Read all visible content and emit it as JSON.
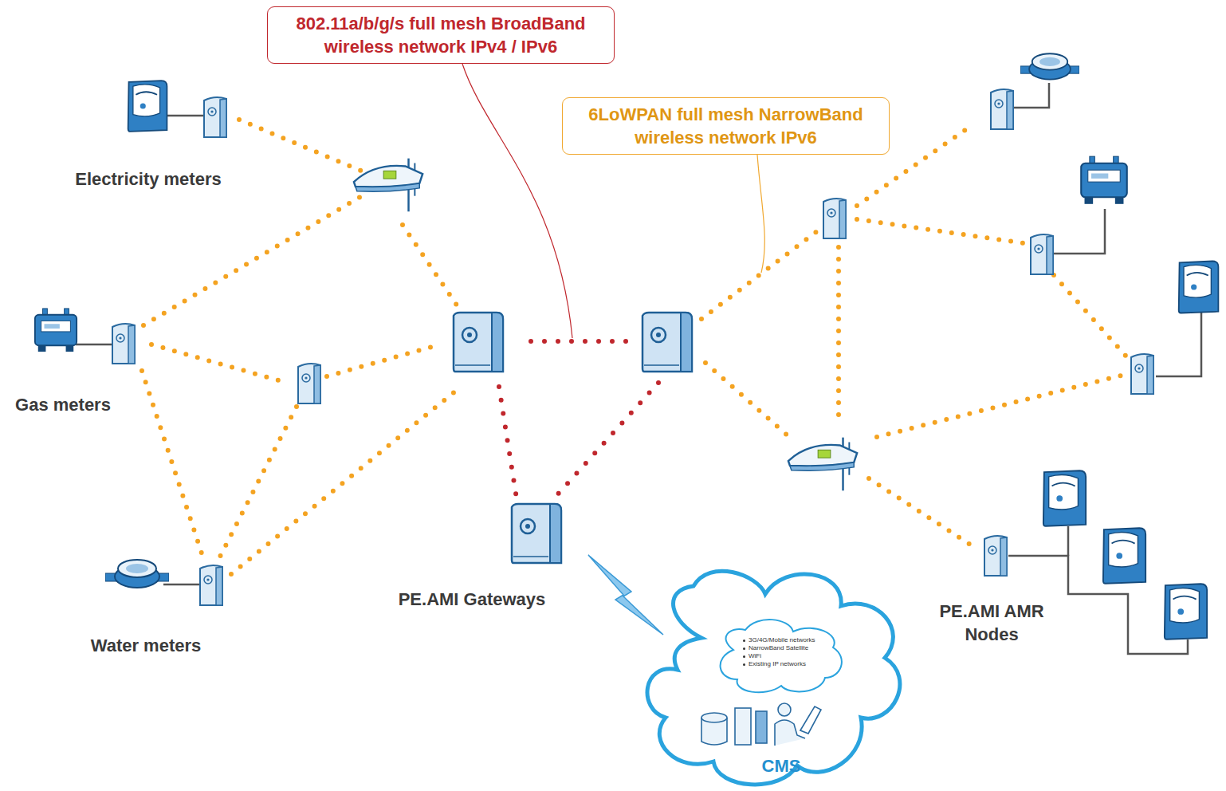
{
  "diagram": {
    "nodes": [
      {
        "text": [
          "802.11a/b/g/s full mesh BroadBand wireless network IPv4 / IPv6"
        ]
      },
      {
        "text": [
          "6LoWPAN full mesh NarrowBand wireless network IPv6"
        ]
      },
      {
        "text": [
          "3G/4G/Mobile networks",
          "NarrowBand Satellite",
          "WiFi",
          "Existing IP networks",
          "CMS"
        ]
      }
    ],
    "labels": [
      "Electricity meters",
      "Gas meters",
      "Water meters",
      "PE.AMI Gateways",
      "PE.AMI AMR Nodes"
    ]
  }
}
